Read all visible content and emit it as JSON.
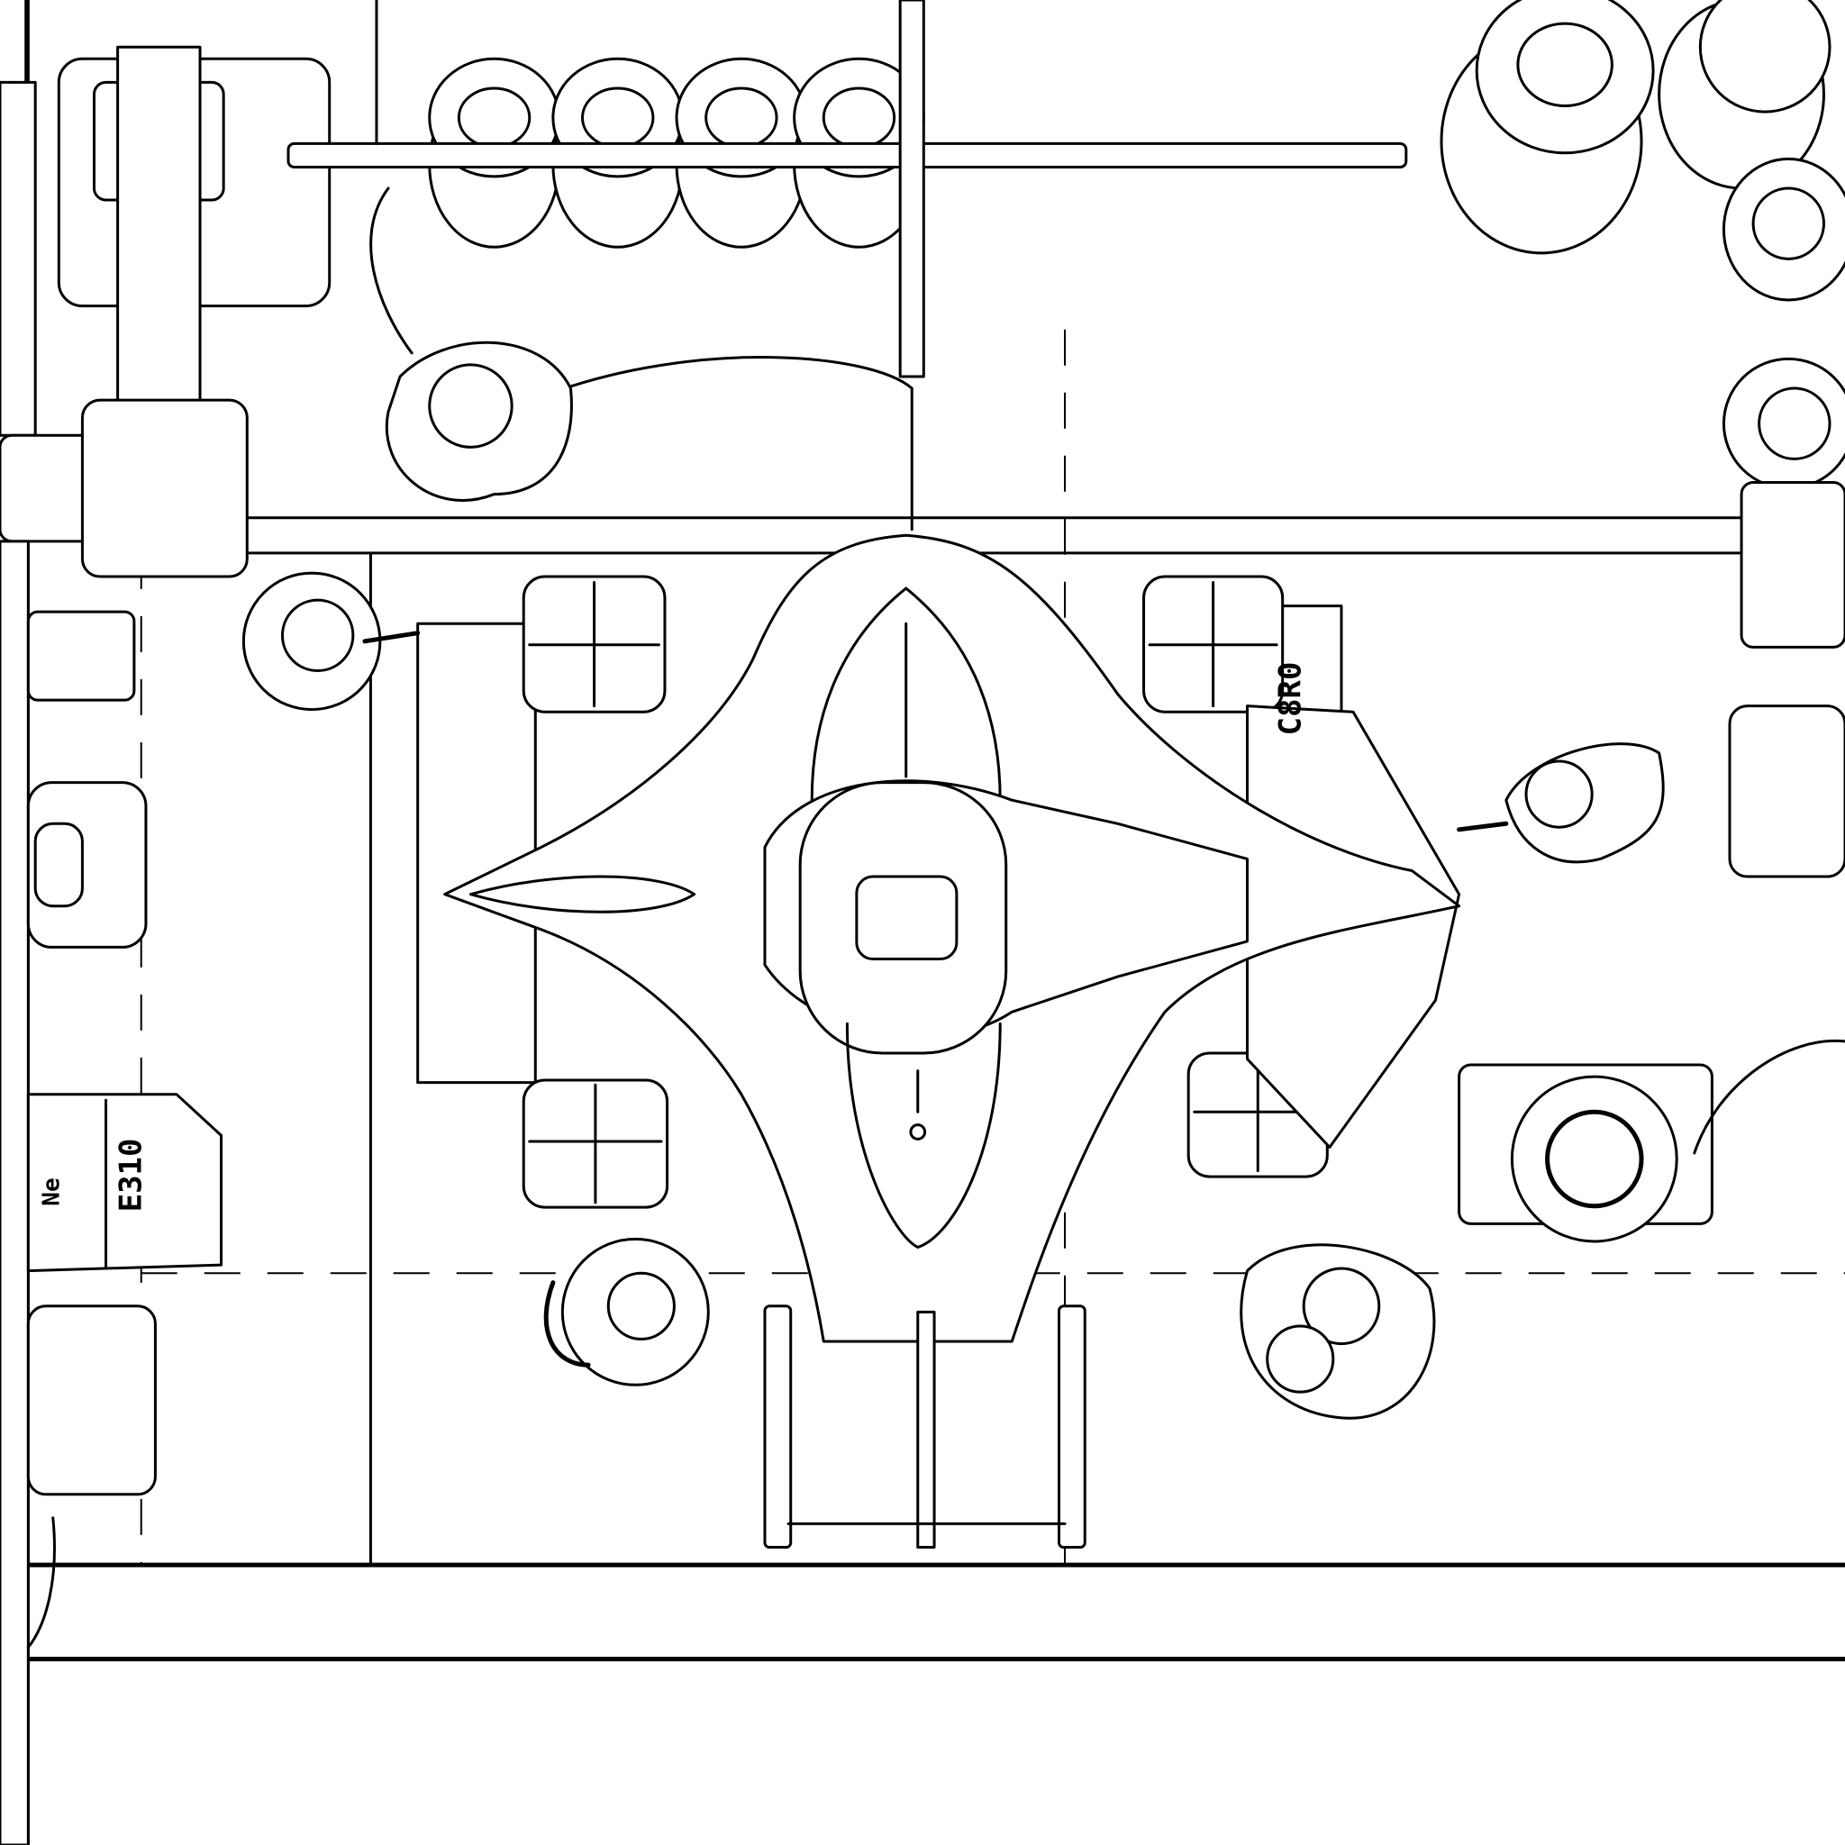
{
  "scene": {
    "colors": {
      "ink": "#000000",
      "paper": "#ffffff"
    },
    "equipment_labels": {
      "tire_cart_right": "C8R0",
      "generator_left": "E310",
      "generator_left_small": "Ne"
    }
  }
}
